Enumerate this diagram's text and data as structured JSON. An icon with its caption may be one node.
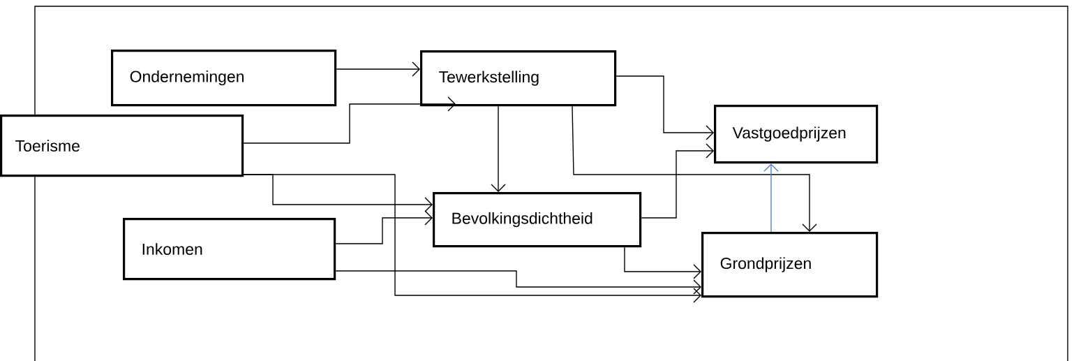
{
  "diagram": {
    "nodes": [
      {
        "text": [
          "Ondernemingen"
        ]
      },
      {
        "text": [
          "Tewerkstelling"
        ]
      },
      {
        "text": [
          "Toerisme"
        ]
      },
      {
        "text": [
          "Vastgoedprijzen"
        ]
      },
      {
        "text": [
          "Bevolkingsdichtheid"
        ]
      },
      {
        "text": [
          "Inkomen"
        ]
      },
      {
        "text": [
          "Grondprijzen"
        ]
      }
    ],
    "edges": [
      {
        "from": 0,
        "to": 1,
        "arrow": "to"
      },
      {
        "from": 2,
        "to": 1,
        "arrow": "to"
      },
      {
        "from": 2,
        "to": 4,
        "arrow": "to"
      },
      {
        "from": 2,
        "to": 6,
        "arrow": "to"
      },
      {
        "from": 5,
        "to": 4,
        "arrow": "to"
      },
      {
        "from": 5,
        "to": 6,
        "arrow": "to"
      },
      {
        "from": 1,
        "to": 3,
        "arrow": "to"
      },
      {
        "from": 1,
        "to": 4,
        "arrow": "to"
      },
      {
        "from": 1,
        "to": 6,
        "arrow": "to"
      },
      {
        "from": 4,
        "to": 3,
        "arrow": "to"
      },
      {
        "from": 4,
        "to": 6,
        "arrow": "to"
      },
      {
        "from": 6,
        "to": 3,
        "arrow": "to",
        "color": "#4f81bd"
      }
    ]
  }
}
